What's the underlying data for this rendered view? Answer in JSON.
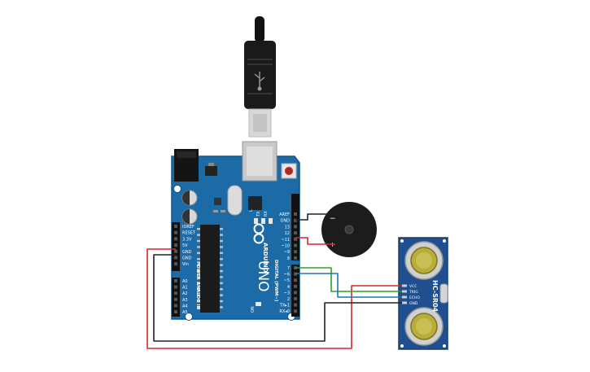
{
  "arduino": {
    "logo_text": "ARDUINO",
    "model": "UNO",
    "power_header_label": "POWER",
    "analog_header_label": "ANALOG IN",
    "digital_header_label": "DIGITAL (PWM~)",
    "on_label": "ON",
    "led_labels": [
      "L",
      "TX",
      "RX"
    ],
    "power_pins": [
      "IOREF",
      "RESET",
      "3.3V",
      "5V",
      "GND",
      "GND",
      "Vin"
    ],
    "analog_pins": [
      "A0",
      "A1",
      "A2",
      "A3",
      "A4",
      "A5"
    ],
    "digital_pins_upper": [
      "AREF",
      "GND",
      "13",
      "12",
      "~11",
      "~10",
      "~9",
      "8"
    ],
    "digital_pins_lower": [
      "7",
      "~6",
      "~5",
      "4",
      "~3",
      "2",
      "TX▸1",
      "RX◂0"
    ]
  },
  "buzzer": {
    "minus_label": "−",
    "plus_label": "+"
  },
  "sensor": {
    "model": "HC-SR04",
    "pins": [
      "VCC",
      "TRIG",
      "ECHO",
      "GND"
    ]
  },
  "colors": {
    "board": "#1c6aa6",
    "board_dark": "#155488",
    "wire_red": "#d62728",
    "wire_black": "#222222",
    "wire_green": "#2ca02c",
    "wire_blue": "#1f77b4",
    "sensor_board": "#1f4f8f"
  }
}
